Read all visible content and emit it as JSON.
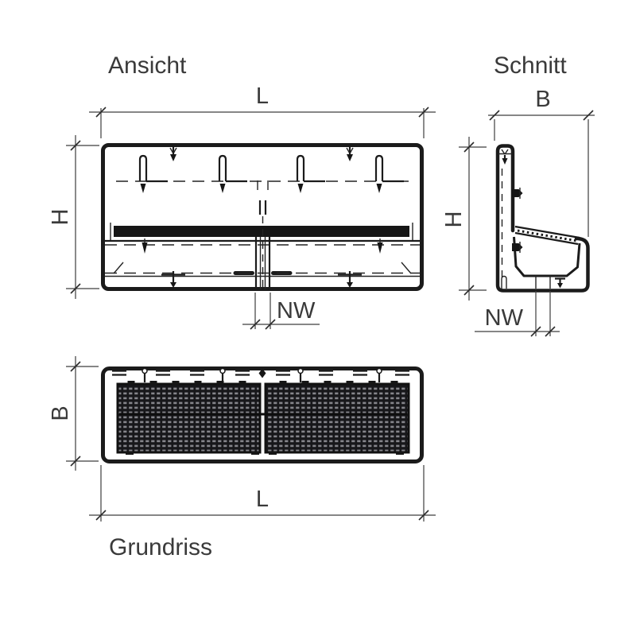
{
  "drawing": {
    "background": "#ffffff",
    "line_color": "#1b1b1b",
    "grate_dark": "#17171a",
    "grate_light": "#85858b",
    "views": {
      "front": {
        "title": "Ansicht",
        "dims": {
          "length": "L",
          "height": "H",
          "outlet_width": "NW"
        }
      },
      "section": {
        "title": "Schnitt",
        "dims": {
          "width": "B",
          "height": "H",
          "outlet_width": "NW"
        }
      },
      "plan": {
        "title": "Grundriss",
        "dims": {
          "width": "B",
          "length": "L"
        }
      }
    }
  }
}
